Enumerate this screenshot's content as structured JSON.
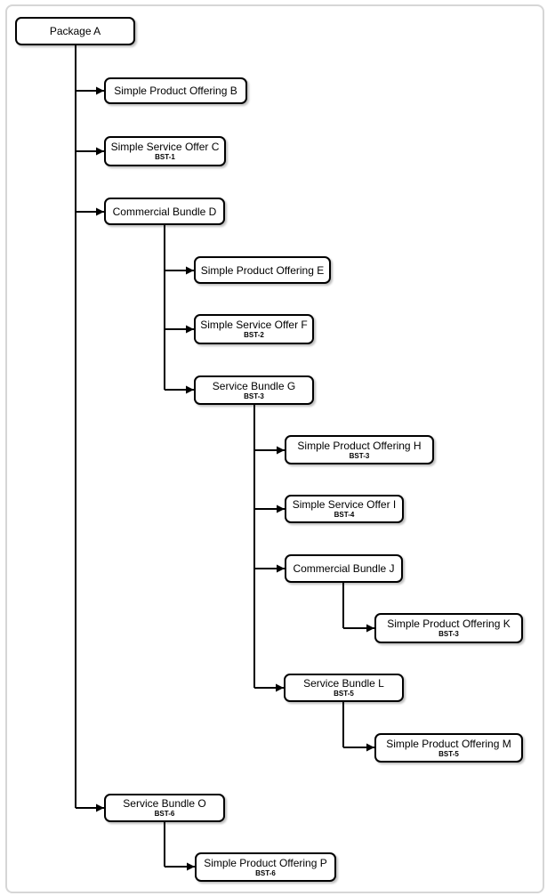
{
  "diagram": {
    "type": "tree",
    "colors": {
      "node_fill": "#ffffff",
      "node_border": "#000000",
      "connector": "#000000",
      "frame_border": "#d6d6d6",
      "background": "#ffffff"
    },
    "nodes": [
      {
        "id": "A",
        "label": "Package A",
        "sublabel": ""
      },
      {
        "id": "B",
        "label": "Simple Product Offering B",
        "sublabel": ""
      },
      {
        "id": "C",
        "label": "Simple Service Offer C",
        "sublabel": "BST-1"
      },
      {
        "id": "D",
        "label": "Commercial Bundle D",
        "sublabel": ""
      },
      {
        "id": "E",
        "label": "Simple Product Offering E",
        "sublabel": ""
      },
      {
        "id": "F",
        "label": "Simple Service Offer F",
        "sublabel": "BST-2"
      },
      {
        "id": "G",
        "label": "Service Bundle G",
        "sublabel": "BST-3"
      },
      {
        "id": "H",
        "label": "Simple Product Offering H",
        "sublabel": "BST-3"
      },
      {
        "id": "I",
        "label": "Simple Service Offer I",
        "sublabel": "BST-4"
      },
      {
        "id": "J",
        "label": "Commercial Bundle J",
        "sublabel": ""
      },
      {
        "id": "K",
        "label": "Simple Product Offering K",
        "sublabel": "BST-3"
      },
      {
        "id": "L",
        "label": "Service Bundle L",
        "sublabel": "BST-5"
      },
      {
        "id": "M",
        "label": "Simple Product Offering M",
        "sublabel": "BST-5"
      },
      {
        "id": "O",
        "label": "Service Bundle O",
        "sublabel": "BST-6"
      },
      {
        "id": "P",
        "label": "Simple Product Offering P",
        "sublabel": "BST-6"
      }
    ],
    "edges": [
      [
        "Package A",
        "Simple Product Offering B"
      ],
      [
        "Package A",
        "Simple Service Offer C"
      ],
      [
        "Package A",
        "Commercial Bundle D"
      ],
      [
        "Commercial Bundle D",
        "Simple Product Offering E"
      ],
      [
        "Commercial Bundle D",
        "Simple Service Offer F"
      ],
      [
        "Commercial Bundle D",
        "Service Bundle G"
      ],
      [
        "Service Bundle G",
        "Simple Product Offering H"
      ],
      [
        "Service Bundle G",
        "Simple Service Offer I"
      ],
      [
        "Service Bundle G",
        "Commercial Bundle J"
      ],
      [
        "Commercial Bundle J",
        "Simple Product Offering K"
      ],
      [
        "Service Bundle G",
        "Service Bundle L"
      ],
      [
        "Service Bundle L",
        "Simple Product Offering M"
      ],
      [
        "Package A",
        "Service Bundle O"
      ],
      [
        "Service Bundle O",
        "Simple Product Offering P"
      ]
    ]
  }
}
